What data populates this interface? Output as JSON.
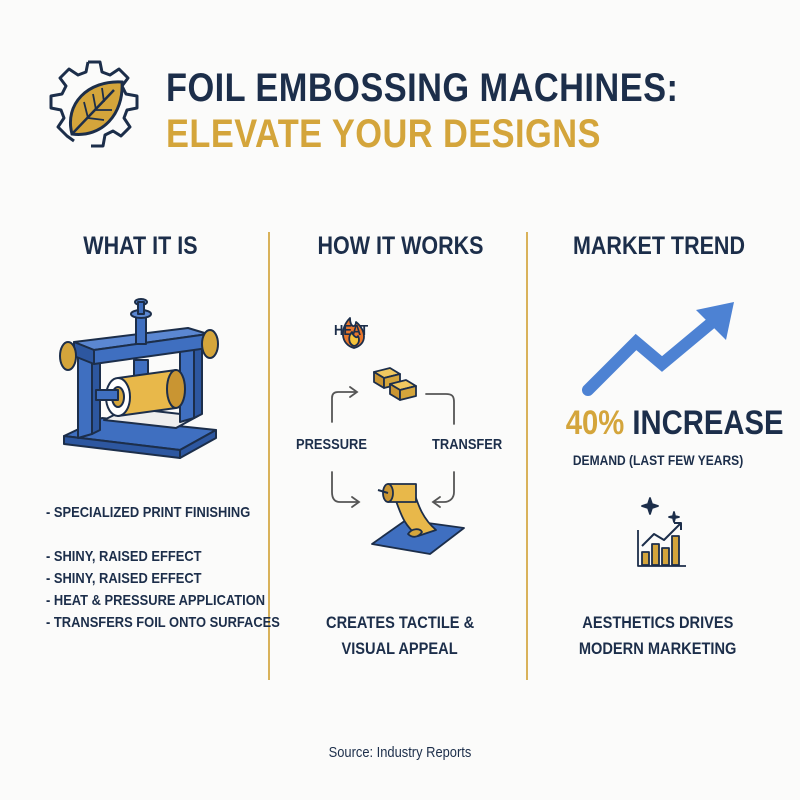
{
  "header": {
    "title_line1": "FOIL EMBOSSING MACHINES:",
    "title_line2": "ELEVATE YOUR DESIGNS",
    "logo_icon": "gear-leaf-icon"
  },
  "colors": {
    "navy": "#1c2e4a",
    "gold": "#d4a53b",
    "blue": "#3f6fc0",
    "background": "#fbfbfa"
  },
  "columns": {
    "what": {
      "heading": "WHAT IT IS",
      "icon": "embossing-press-icon",
      "bullets": [
        "- SPECIALIZED PRINT FINISHING",
        "- SHINY, RAISED EFFECT",
        "- SHINY, RAISED EFFECT",
        "- HEAT & PRESSURE APPLICATION",
        "- TRANSFERS FOIL ONTO SURFACES"
      ]
    },
    "how": {
      "heading": "HOW IT WORKS",
      "heat": "HEAT",
      "pressure": "PRESSURE",
      "transfer": "TRANSFER",
      "result_line1": "CREATES TACTILE &",
      "result_line2": "VISUAL APPEAL"
    },
    "trend": {
      "heading": "MARKET TREND",
      "stat_value": "40%",
      "stat_label": "INCREASE",
      "stat_sub": "DEMAND (LAST FEW YEARS)",
      "driver_line1": "AESTHETICS DRIVES",
      "driver_line2": "MODERN MARKETING"
    }
  },
  "footer": {
    "source": "Source: Industry Reports"
  }
}
